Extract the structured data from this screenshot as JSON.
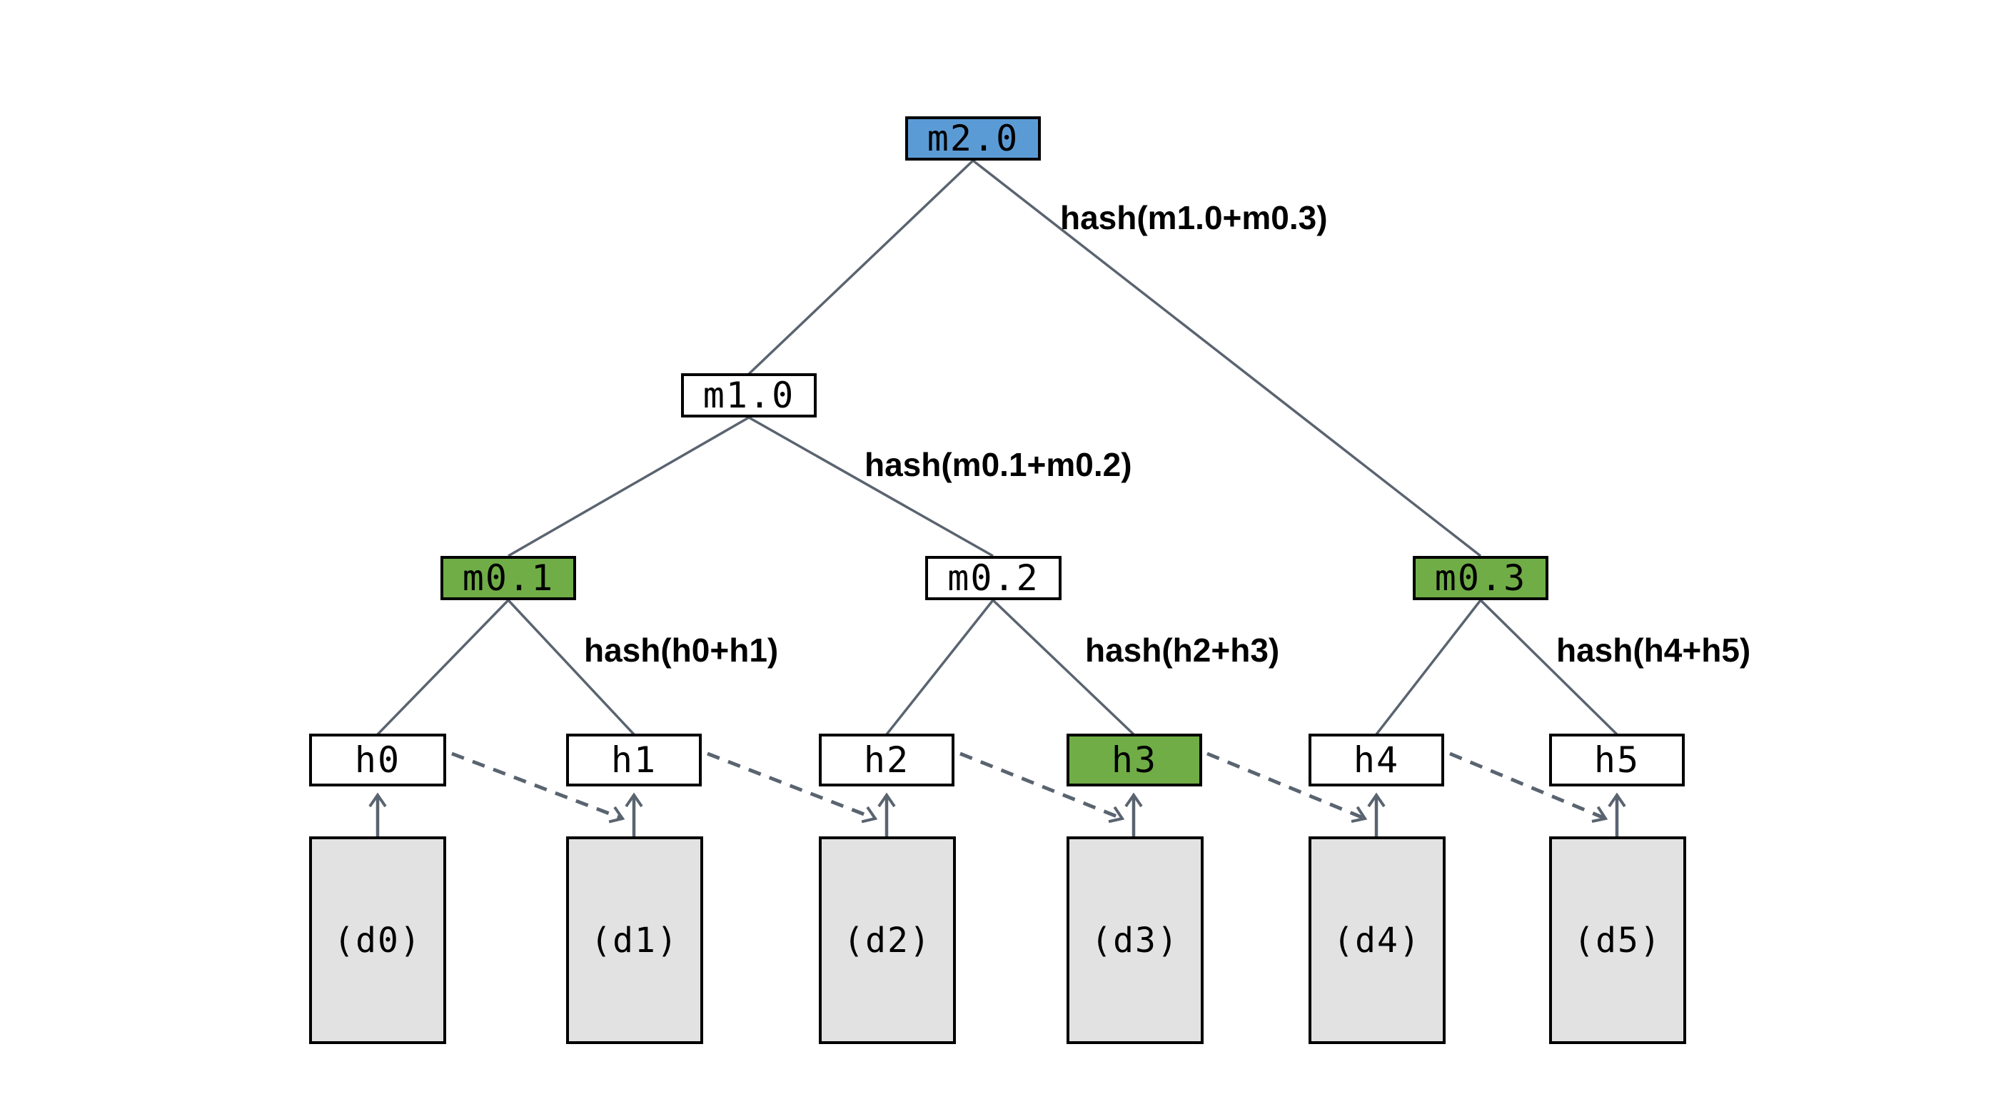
{
  "diagram": {
    "kind": "merkle-tree",
    "nodes": {
      "m2_0": {
        "label": "m2.0",
        "role": "root"
      },
      "m1_0": {
        "label": "m1.0",
        "role": "internal"
      },
      "m0_1": {
        "label": "m0.1",
        "role": "proof"
      },
      "m0_2": {
        "label": "m0.2",
        "role": "internal"
      },
      "m0_3": {
        "label": "m0.3",
        "role": "proof"
      },
      "h0": {
        "label": "h0",
        "role": "hash"
      },
      "h1": {
        "label": "h1",
        "role": "hash"
      },
      "h2": {
        "label": "h2",
        "role": "hash"
      },
      "h3": {
        "label": "h3",
        "role": "proof"
      },
      "h4": {
        "label": "h4",
        "role": "hash"
      },
      "h5": {
        "label": "h5",
        "role": "hash"
      },
      "d0": {
        "label": "(d0)",
        "role": "data"
      },
      "d1": {
        "label": "(d1)",
        "role": "data"
      },
      "d2": {
        "label": "(d2)",
        "role": "data"
      },
      "d3": {
        "label": "(d3)",
        "role": "data"
      },
      "d4": {
        "label": "(d4)",
        "role": "data"
      },
      "d5": {
        "label": "(d5)",
        "role": "data"
      }
    },
    "edge_labels": {
      "root": "hash(m1.0+m0.3)",
      "level1": "hash(m0.1+m0.2)",
      "leaf01": "hash(h0+h1)",
      "leaf23": "hash(h2+h3)",
      "leaf45": "hash(h4+h5)"
    },
    "colors": {
      "root_fill": "#5b9bd5",
      "proof_fill": "#70ad47",
      "node_fill": "#ffffff",
      "data_fill": "#e2e2e2",
      "border": "#000000",
      "line": "#5a6470",
      "background": "#ffffff"
    }
  }
}
